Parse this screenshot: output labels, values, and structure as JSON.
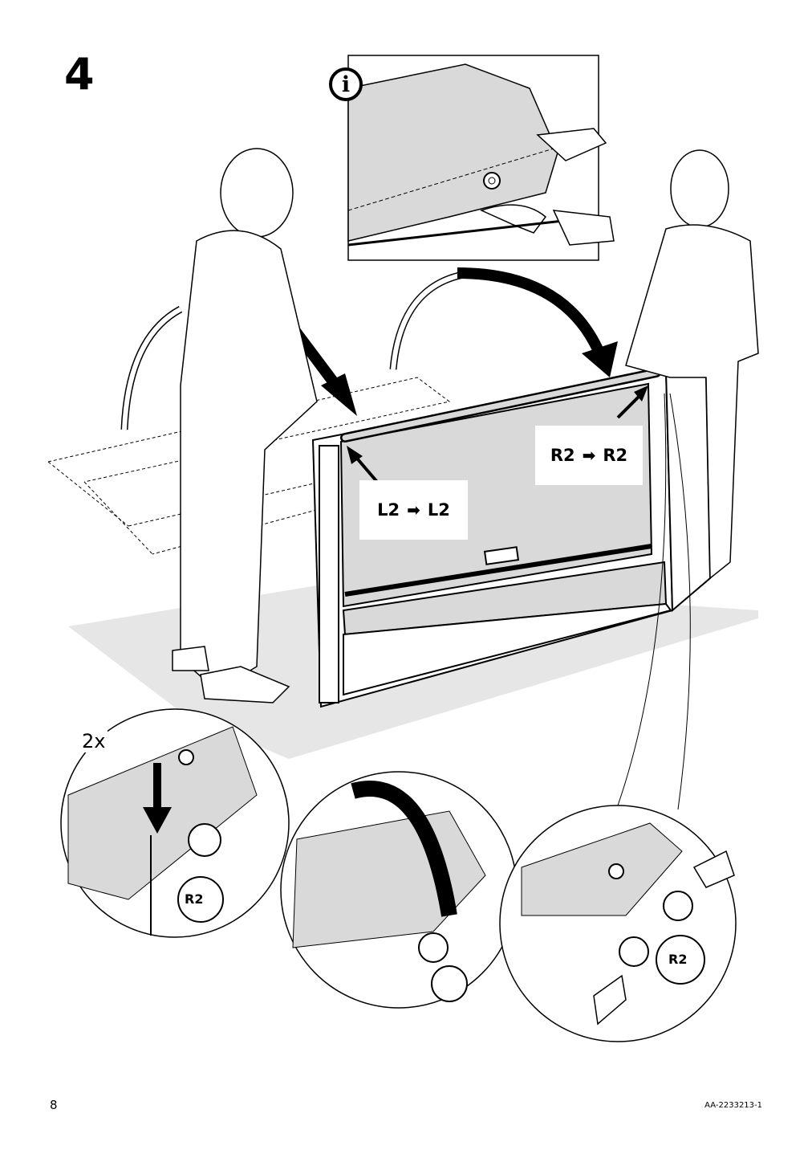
{
  "step": {
    "number": "4"
  },
  "info": {
    "symbol": "i",
    "icon": "info-icon"
  },
  "labels": {
    "left_pair": {
      "from": "L2",
      "arrow": "➡",
      "to": "L2"
    },
    "right_pair": {
      "from": "R2",
      "arrow": "➡",
      "to": "R2"
    }
  },
  "detail": {
    "multiplier": "2x",
    "part_marking": "R2"
  },
  "footer": {
    "page_number": "8",
    "document_code": "AA-2233213-1"
  },
  "colors": {
    "ink": "#000000",
    "panel_grey": "#d9d9d9",
    "floor_grey": "#e6e6e6",
    "paper": "#ffffff"
  }
}
